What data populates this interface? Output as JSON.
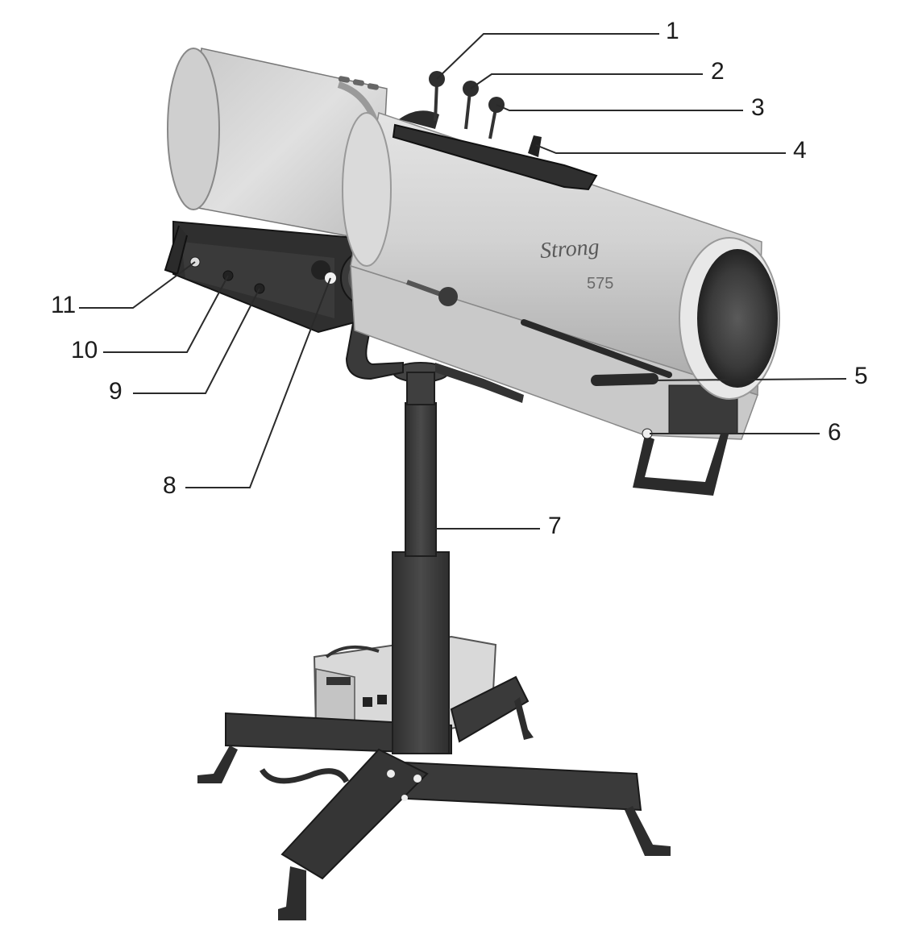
{
  "figure": {
    "brand_logo": "Strong",
    "model_label": "575",
    "colors": {
      "background": "#ffffff",
      "housing_light": "#d8d8d8",
      "housing_mid": "#b8b8b8",
      "dark_metal": "#3e3e3e",
      "line": "#2a2a2a"
    }
  },
  "callouts": [
    {
      "id": "1",
      "label": "1"
    },
    {
      "id": "2",
      "label": "2"
    },
    {
      "id": "3",
      "label": "3"
    },
    {
      "id": "4",
      "label": "4"
    },
    {
      "id": "5",
      "label": "5"
    },
    {
      "id": "6",
      "label": "6"
    },
    {
      "id": "7",
      "label": "7"
    },
    {
      "id": "8",
      "label": "8"
    },
    {
      "id": "9",
      "label": "9"
    },
    {
      "id": "10",
      "label": "10"
    },
    {
      "id": "11",
      "label": "11"
    }
  ]
}
